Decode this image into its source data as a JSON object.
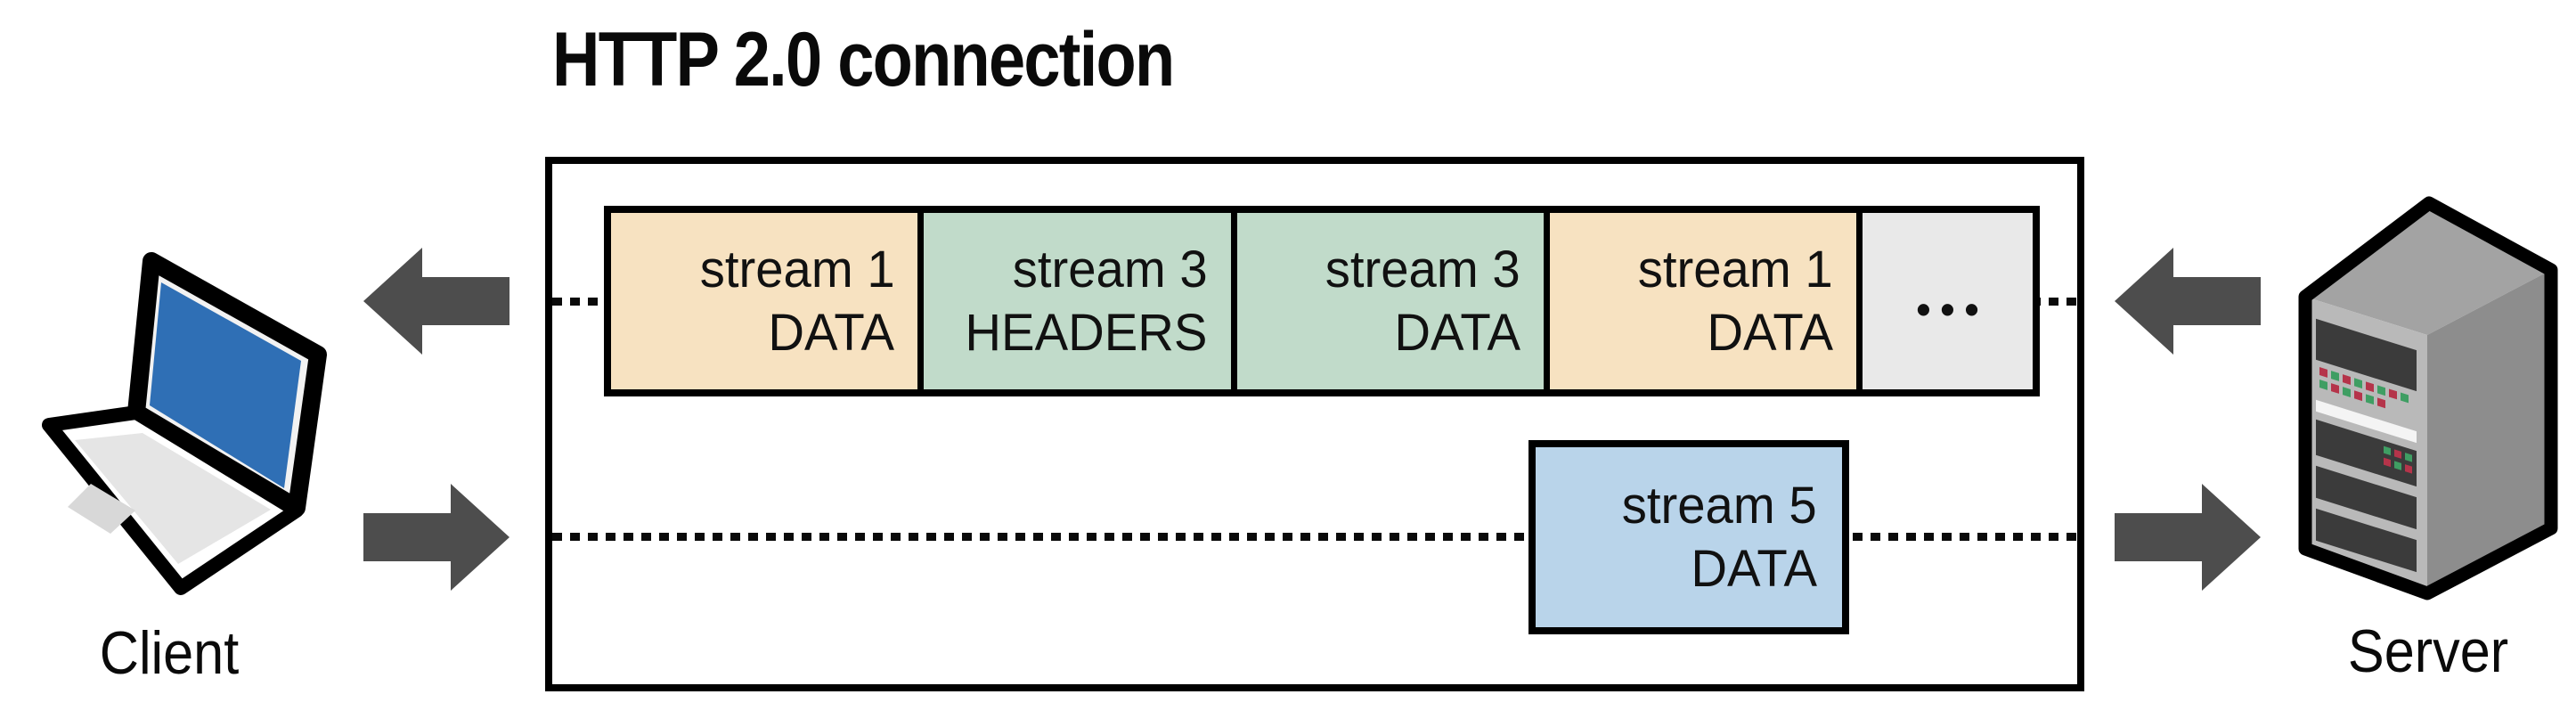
{
  "title": "HTTP 2.0 connection",
  "client": {
    "label": "Client"
  },
  "server": {
    "label": "Server"
  },
  "colors": {
    "frame_data_stream1": "#f7e2c1",
    "frame_headers_stream3": "#c1dbca",
    "frame_data_stream5": "#b9d4ea",
    "frame_more": "#e9e9e9",
    "arrow": "#4d4d4d",
    "laptop_screen": "#2f6fb5",
    "line": "#000000"
  },
  "connection": {
    "frames": [
      {
        "line1": "stream 1",
        "line2": "DATA",
        "fill": "#f7e2c1"
      },
      {
        "line1": "stream 3",
        "line2": "HEADERS",
        "fill": "#c1dbca"
      },
      {
        "line1": "stream 3",
        "line2": "DATA",
        "fill": "#c1dbca"
      },
      {
        "line1": "stream 1",
        "line2": "DATA",
        "fill": "#f7e2c1"
      },
      {
        "ellipsis": true,
        "label": "•••",
        "fill": "#e9e9e9"
      }
    ],
    "stream5": {
      "line1": "stream 5",
      "line2": "DATA",
      "fill": "#b9d4ea"
    }
  }
}
